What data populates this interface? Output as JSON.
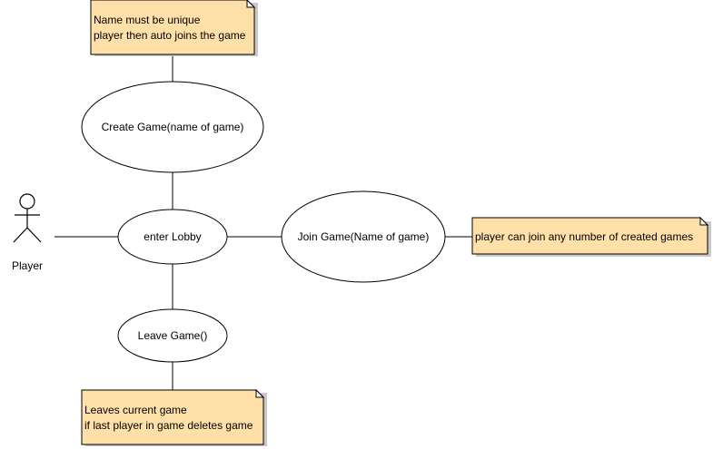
{
  "diagram": {
    "actor": {
      "label": "Player",
      "icon": "stick-figure-icon"
    },
    "use_cases": {
      "enter_lobby": "enter Lobby",
      "create_game": "Create Game(name of game)",
      "join_game": "Join Game(Name of game)",
      "leave_game": "Leave Game()"
    },
    "notes": {
      "create_game": [
        "Name must be unique",
        "player then auto joins the game"
      ],
      "join_game": [
        "player can join any number of created games"
      ],
      "leave_game": [
        "Leaves current game",
        "if last player in game deletes game"
      ]
    },
    "colors": {
      "note_fill": "#ffe0a8",
      "note_fold": "#ffffff",
      "note_shadow": "#c8c8c8",
      "line": "#000000",
      "use_case_fill": "#ffffff",
      "background": "#ffffff"
    }
  }
}
